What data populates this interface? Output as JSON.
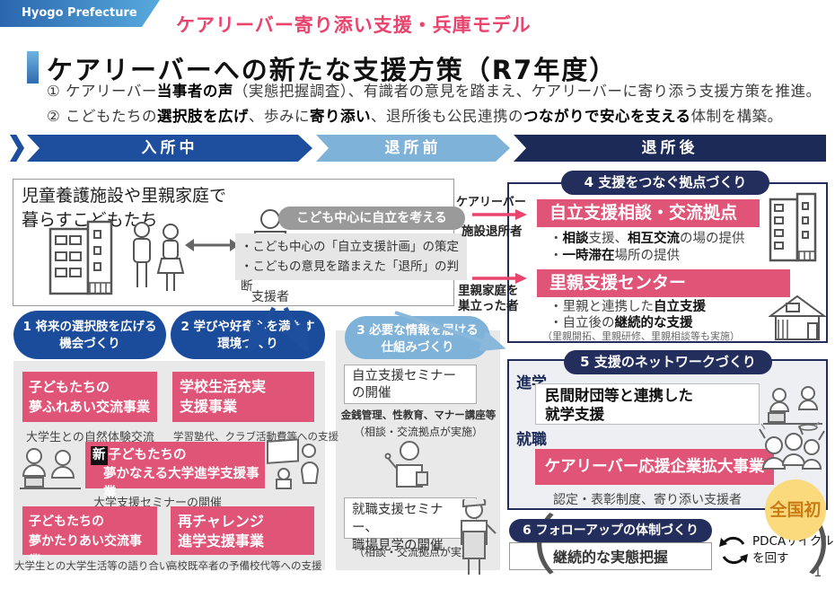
{
  "header": {
    "badge": "Hyogo Prefecture",
    "tagline": "ケアリーバー寄り添い支援・兵庫モデル",
    "title": "ケアリーバーへの新たな支援方策（R7年度）"
  },
  "intro": {
    "line1": [
      "① ケアリーバー",
      "当事者の声",
      "（実態把握調査）、有識者の意見を踏まえ、ケアリーバーに寄り添う支援方策を推進。"
    ],
    "line2": [
      "② こどもたちの",
      "選択肢を広げ",
      "、歩みに",
      "寄り添い",
      "、退所後も公民連携の",
      "つながりで安心を支える",
      "体制を構築。"
    ]
  },
  "phases": [
    {
      "label": "入所中",
      "color": "#1d4f9e"
    },
    {
      "label": "退所前",
      "color": "#7fb2d8"
    },
    {
      "label": "退所後",
      "color": "#1b2a56"
    }
  ],
  "residence": {
    "title": "児童養護施設や里親家庭で\n暮らすこどもたち",
    "supporter": "支援者",
    "pill": "こども中心に自立を考える",
    "points": [
      "・こども中心の「自立支援計画」の策定",
      "・こどもの意見を踏まえた「退所」の判断"
    ]
  },
  "flow": {
    "careleaver": "ケアリーバー",
    "from_facility": "施設退所者",
    "from_foster": "里親家庭を\n巣立った者"
  },
  "tracks": {
    "t1": {
      "header": "1 将来の選択肢を広げる\n機会づくり"
    },
    "t2": {
      "header": "2 学びや好奇心を満たす\n環境づくり"
    },
    "t3": {
      "header": "3 必要な情報を届ける\n仕組みづくり"
    }
  },
  "left_panel": {
    "cards": [
      {
        "title": "子どもたちの\n夢ふれあい交流事業",
        "caption": "大学生との自然体験交流"
      },
      {
        "title": "学校生活充実\n支援事業",
        "caption": "学習塾代、クラブ活動費等への支援"
      },
      {
        "badge": "新",
        "title_line1": "子どもたちの",
        "title_line2": "夢かなえる大学進学支援事業",
        "caption": "大学支援セミナーの開催"
      },
      {
        "title": "子どもたちの\n夢かたりあい交流事業",
        "caption": "大学生との大学生活等の語り合い"
      },
      {
        "title": "再チャレンジ\n進学支援事業",
        "caption": "高校既卒者の予備校代等への支援"
      }
    ]
  },
  "mid_panel": {
    "seminar1": {
      "title": "自立支援セミナー\nの開催",
      "caption1": "金銭管理、性教育、マナー講座等",
      "caption2": "（相談・交流拠点が実施）"
    },
    "seminar2": {
      "title": "就職支援セミナー、\n職場見学の開催",
      "caption": "（相談・交流拠点が実施）"
    }
  },
  "section4": {
    "header": "4 支援をつなぐ拠点づくり",
    "hub1": {
      "title": "自立支援相談・交流拠点",
      "points": [
        [
          "・",
          "相談",
          "支援、",
          "相互交流",
          "の場の提供"
        ],
        [
          "・",
          "一時滞在",
          "場所の提供"
        ]
      ]
    },
    "hub2": {
      "title": "里親支援センター",
      "points": [
        [
          "・里親と連携した",
          "自立支援"
        ],
        [
          "・自立後の",
          "継続的な支援"
        ]
      ],
      "note": "（里親開拓、里親研修、里親相談等も実施）"
    }
  },
  "section5": {
    "header": "5 支援のネットワークづくり",
    "edu_label": "進学",
    "edu_card": "民間財団等と連携した\n就学支援",
    "job_label": "就職",
    "job_card": "ケアリーバー応援企業拡大事業",
    "caption": "認定・表彰制度、寄り添い支援者",
    "badge": "全国初"
  },
  "section6": {
    "header": "6 フォローアップの体制づくり",
    "box": "継続的な実態把握",
    "pdca": "PDCAサイクル\nを回す",
    "bracket_left": "（",
    "bracket_right": "）"
  },
  "page_number": "1",
  "colors": {
    "pink": "#e05477",
    "accent_red": "#e8446e",
    "blue": "#1b4c9b",
    "light_blue": "#7fb2d8",
    "navy": "#232e5c",
    "yellow": "#fbda7d"
  }
}
